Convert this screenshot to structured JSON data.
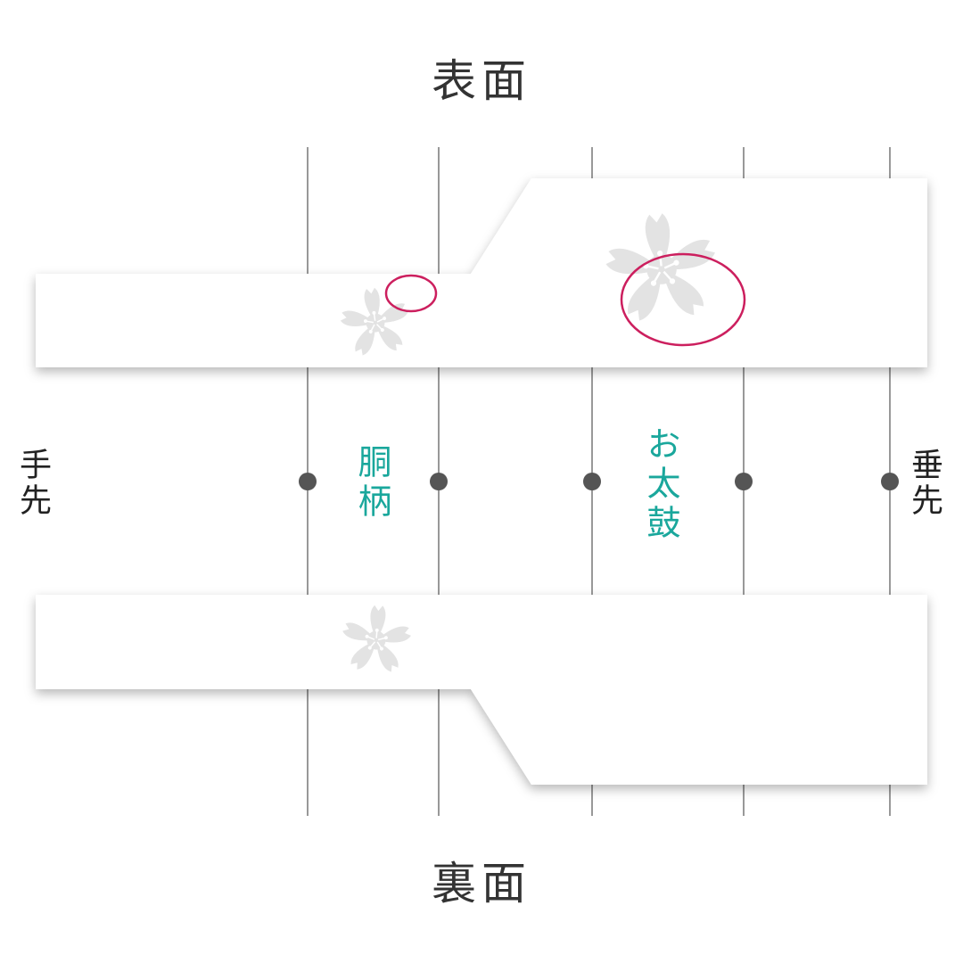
{
  "titles": {
    "front": "表面",
    "back": "裏面"
  },
  "end_labels": {
    "left": "手先",
    "right": "垂先"
  },
  "section_labels": {
    "body_pattern": "胴柄",
    "otaiko": "お太鼓"
  },
  "colors": {
    "guide_line": "#555555",
    "marker_dot": "#555555",
    "obi_fill": "#ffffff",
    "obi_shadow": "#bdbdbd",
    "sakura": "#e3e3e3",
    "highlight_ellipse": "#cc1f5e",
    "section_label": "#1aa79c",
    "title_text": "#333333"
  },
  "icons": {
    "flower": "sakura-icon",
    "highlight": "ellipse-marker"
  }
}
